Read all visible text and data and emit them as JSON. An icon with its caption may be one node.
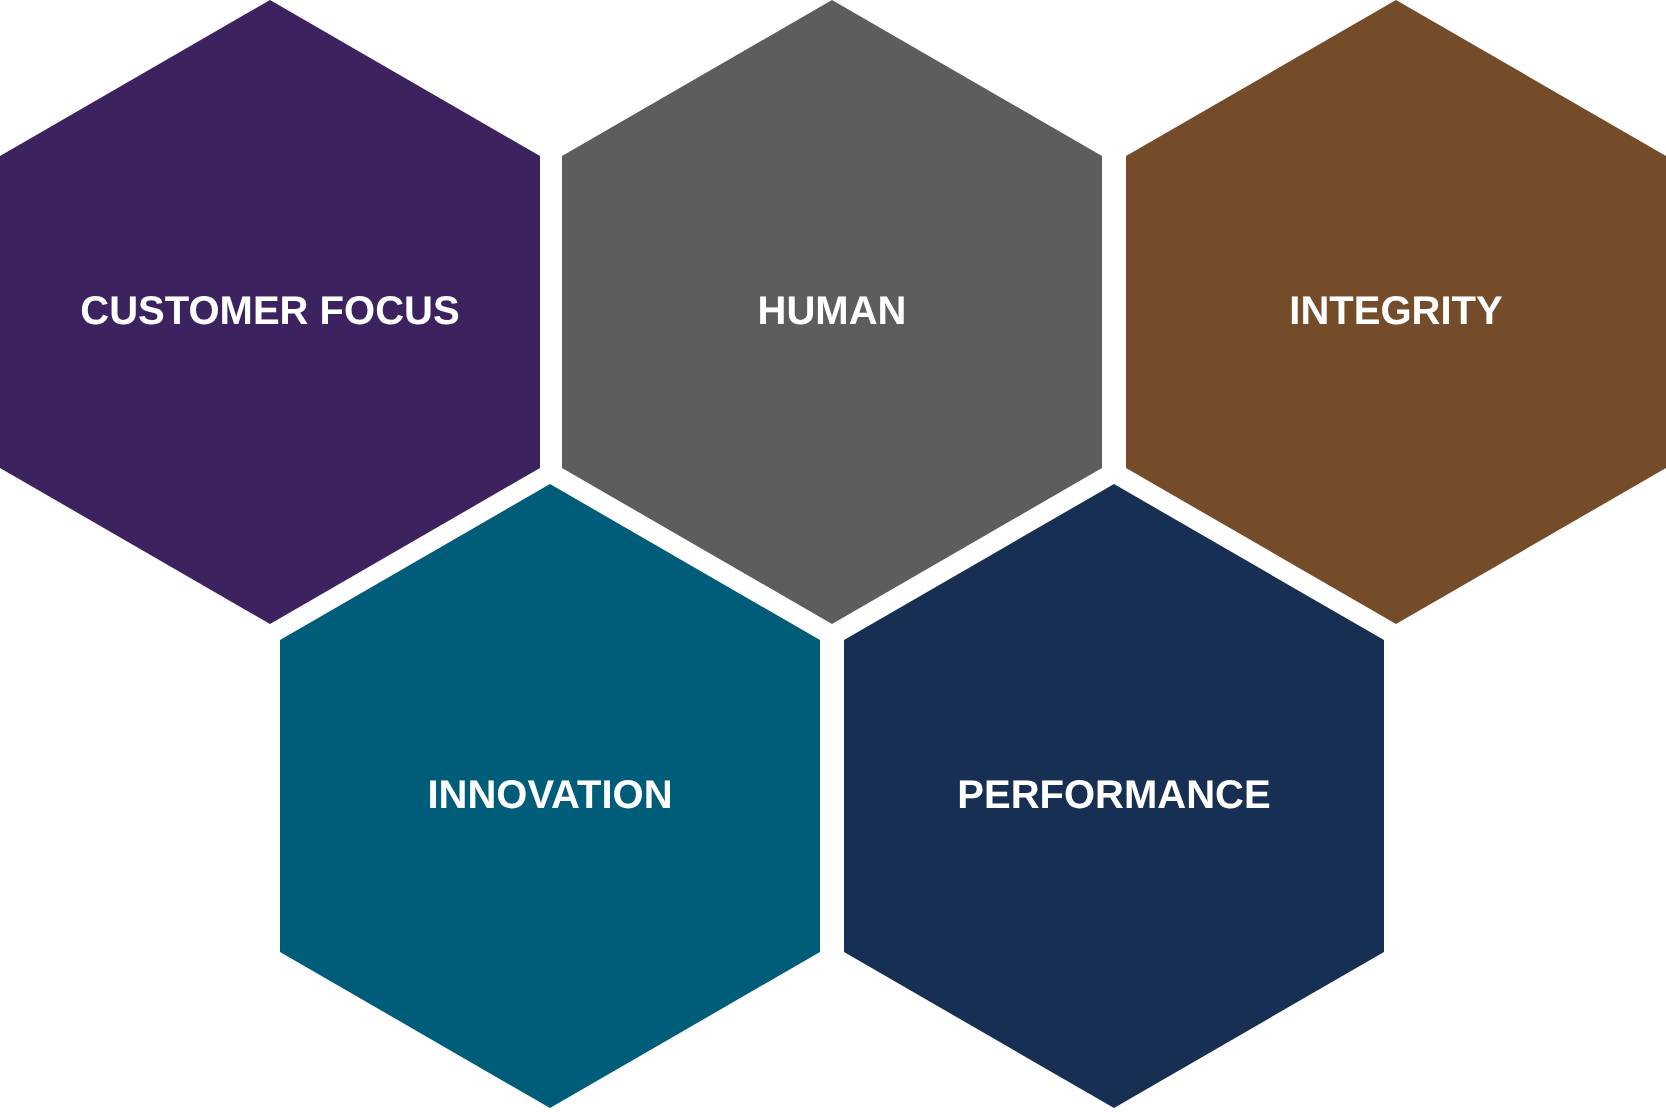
{
  "diagram": {
    "nodes": [
      {
        "text": [
          "CUSTOMER FOCUS"
        ]
      },
      {
        "text": [
          "HUMAN"
        ]
      },
      {
        "text": [
          "INTEGRITY"
        ]
      },
      {
        "text": [
          "INNOVATION"
        ]
      },
      {
        "text": [
          "PERFORMANCE"
        ]
      }
    ]
  }
}
